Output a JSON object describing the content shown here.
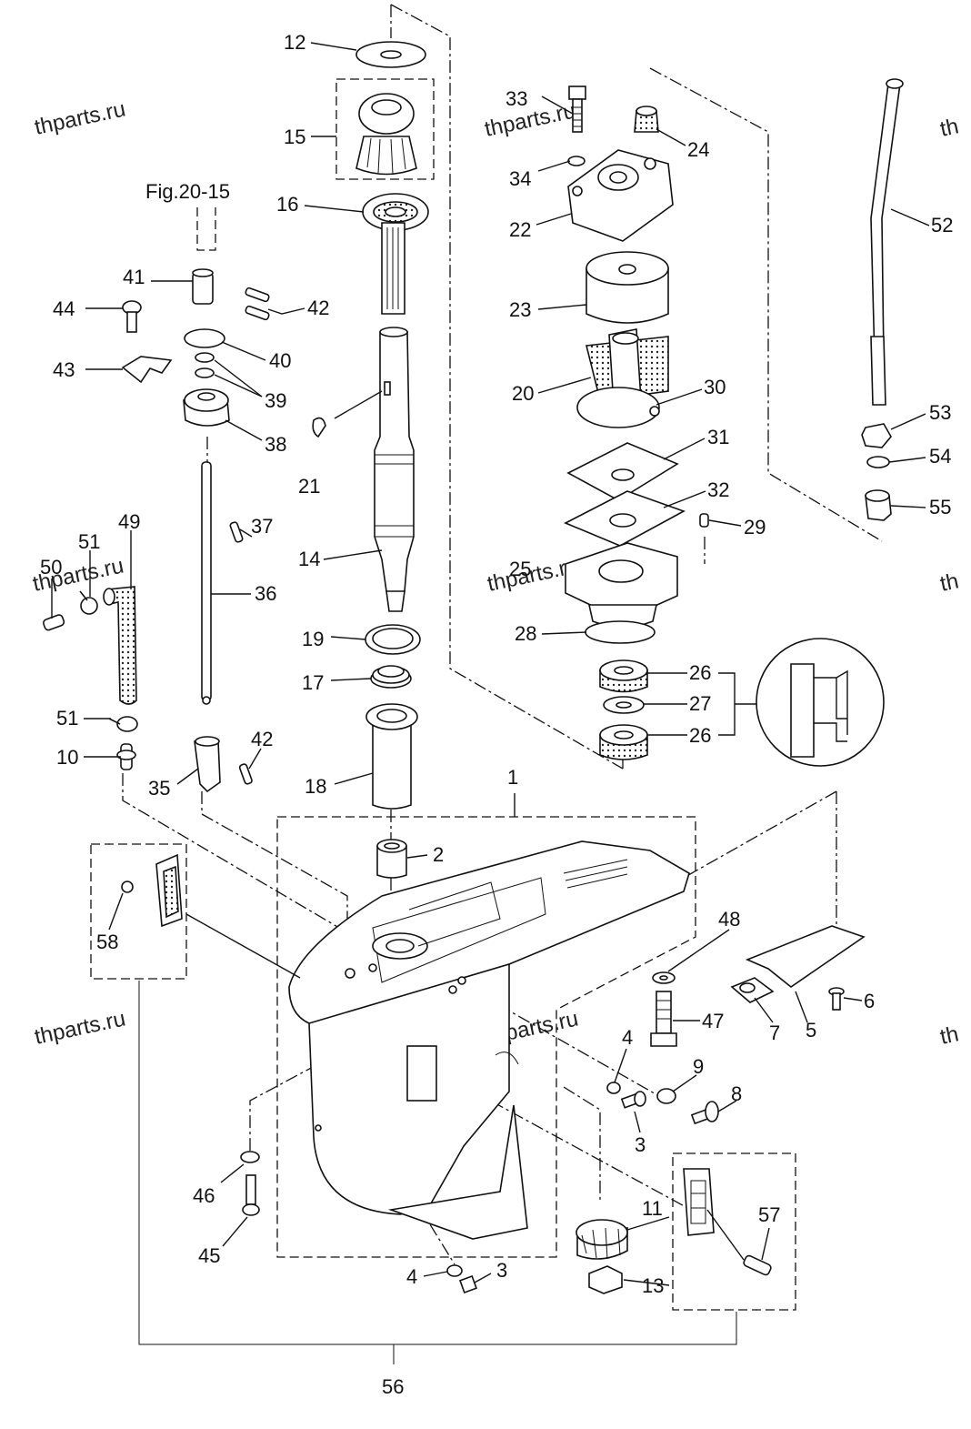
{
  "watermark": "thparts.ru",
  "watermark_partial": "th",
  "figure_reference": "Fig.20-15",
  "callouts": {
    "c1": "1",
    "c2": "2",
    "c3a": "3",
    "c3b": "3",
    "c4a": "4",
    "c4b": "4",
    "c5": "5",
    "c6": "6",
    "c7": "7",
    "c8": "8",
    "c9": "9",
    "c10": "10",
    "c11": "11",
    "c12": "12",
    "c13": "13",
    "c14": "14",
    "c15": "15",
    "c16": "16",
    "c17": "17",
    "c18": "18",
    "c19": "19",
    "c20": "20",
    "c21": "21",
    "c22": "22",
    "c23": "23",
    "c24": "24",
    "c25": "25",
    "c26a": "26",
    "c26b": "26",
    "c27": "27",
    "c28": "28",
    "c29": "29",
    "c30": "30",
    "c31": "31",
    "c32": "32",
    "c33": "33",
    "c34": "34",
    "c35": "35",
    "c36": "36",
    "c37": "37",
    "c38": "38",
    "c39": "39",
    "c40": "40",
    "c41": "41",
    "c42a": "42",
    "c42b": "42",
    "c43": "43",
    "c44": "44",
    "c45": "45",
    "c46": "46",
    "c47": "47",
    "c48": "48",
    "c49": "49",
    "c50": "50",
    "c51a": "51",
    "c51b": "51",
    "c52": "52",
    "c53": "53",
    "c54": "54",
    "c55": "55",
    "c56": "56",
    "c57": "57",
    "c58": "58"
  }
}
